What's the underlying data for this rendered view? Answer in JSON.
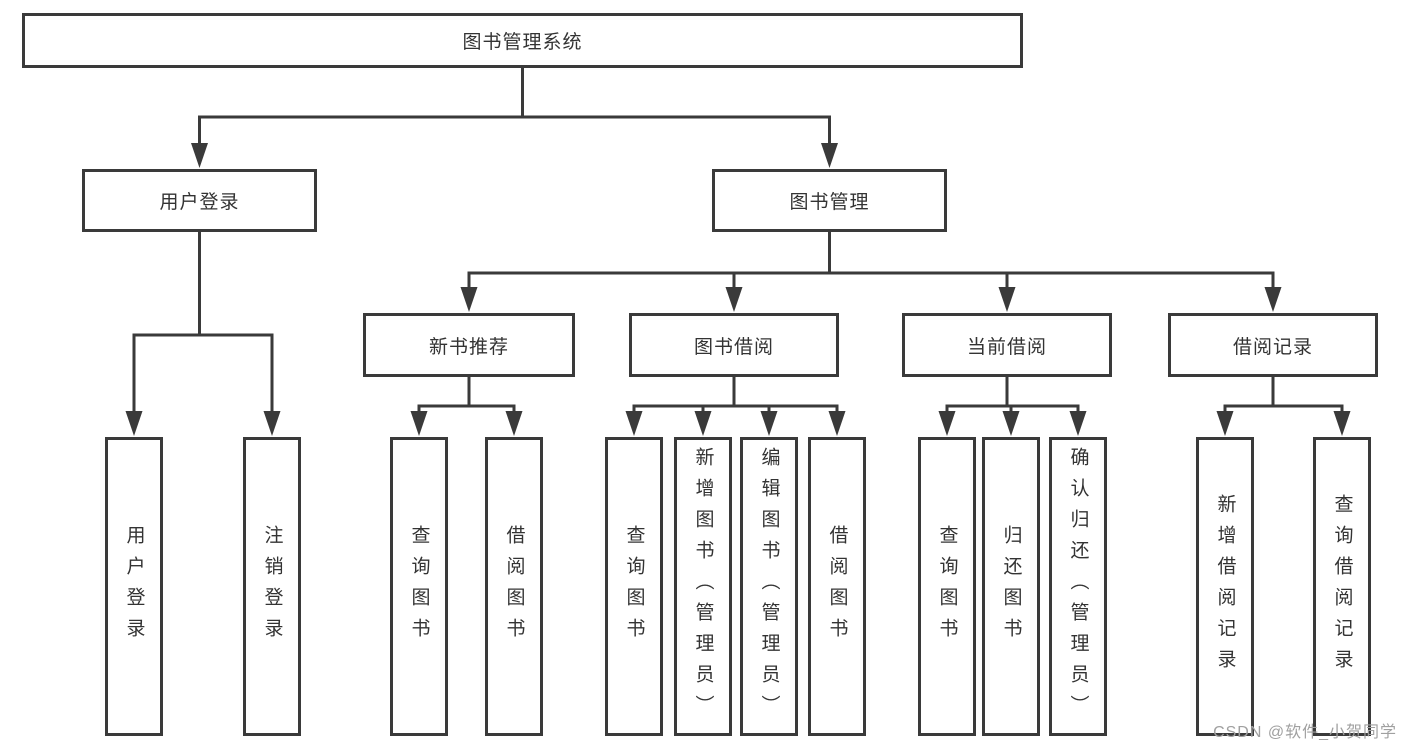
{
  "diagram": {
    "root": {
      "id": "root",
      "label": "图书管理系统"
    },
    "branches": [
      {
        "id": "user-login",
        "label": "用户登录",
        "children": [
          {
            "id": "user-login-leaf",
            "label": "用户登录"
          },
          {
            "id": "logout-leaf",
            "label": "注销登录"
          }
        ]
      },
      {
        "id": "book-mgmt",
        "label": "图书管理",
        "children": [
          {
            "id": "new-book-rec",
            "label": "新书推荐",
            "children": [
              {
                "id": "nbr-query-books",
                "label": "查询图书"
              },
              {
                "id": "nbr-borrow-books",
                "label": "借阅图书"
              }
            ]
          },
          {
            "id": "book-borrow",
            "label": "图书借阅",
            "children": [
              {
                "id": "bb-query-books",
                "label": "查询图书"
              },
              {
                "id": "bb-add-books",
                "label": "新增图书（管理员）"
              },
              {
                "id": "bb-edit-books",
                "label": "编辑图书（管理员）"
              },
              {
                "id": "bb-borrow-books",
                "label": "借阅图书"
              }
            ]
          },
          {
            "id": "current-borrow",
            "label": "当前借阅",
            "children": [
              {
                "id": "cb-query-books",
                "label": "查询图书"
              },
              {
                "id": "cb-return-books",
                "label": "归还图书"
              },
              {
                "id": "cb-confirm-return",
                "label": "确认归还（管理员）"
              }
            ]
          },
          {
            "id": "borrow-records",
            "label": "借阅记录",
            "children": [
              {
                "id": "br-add-record",
                "label": "新增借阅记录"
              },
              {
                "id": "br-query-record",
                "label": "查询借阅记录"
              }
            ]
          }
        ]
      }
    ]
  },
  "watermark": {
    "text": "CSDN @软件_小贺同学"
  },
  "colors": {
    "line": "#3a3a3a",
    "box_border": "#3a3a3a",
    "box_background": "#ffffff",
    "text": "#333333",
    "watermark": "#a0a0a0",
    "page_background": "#ffffff"
  }
}
